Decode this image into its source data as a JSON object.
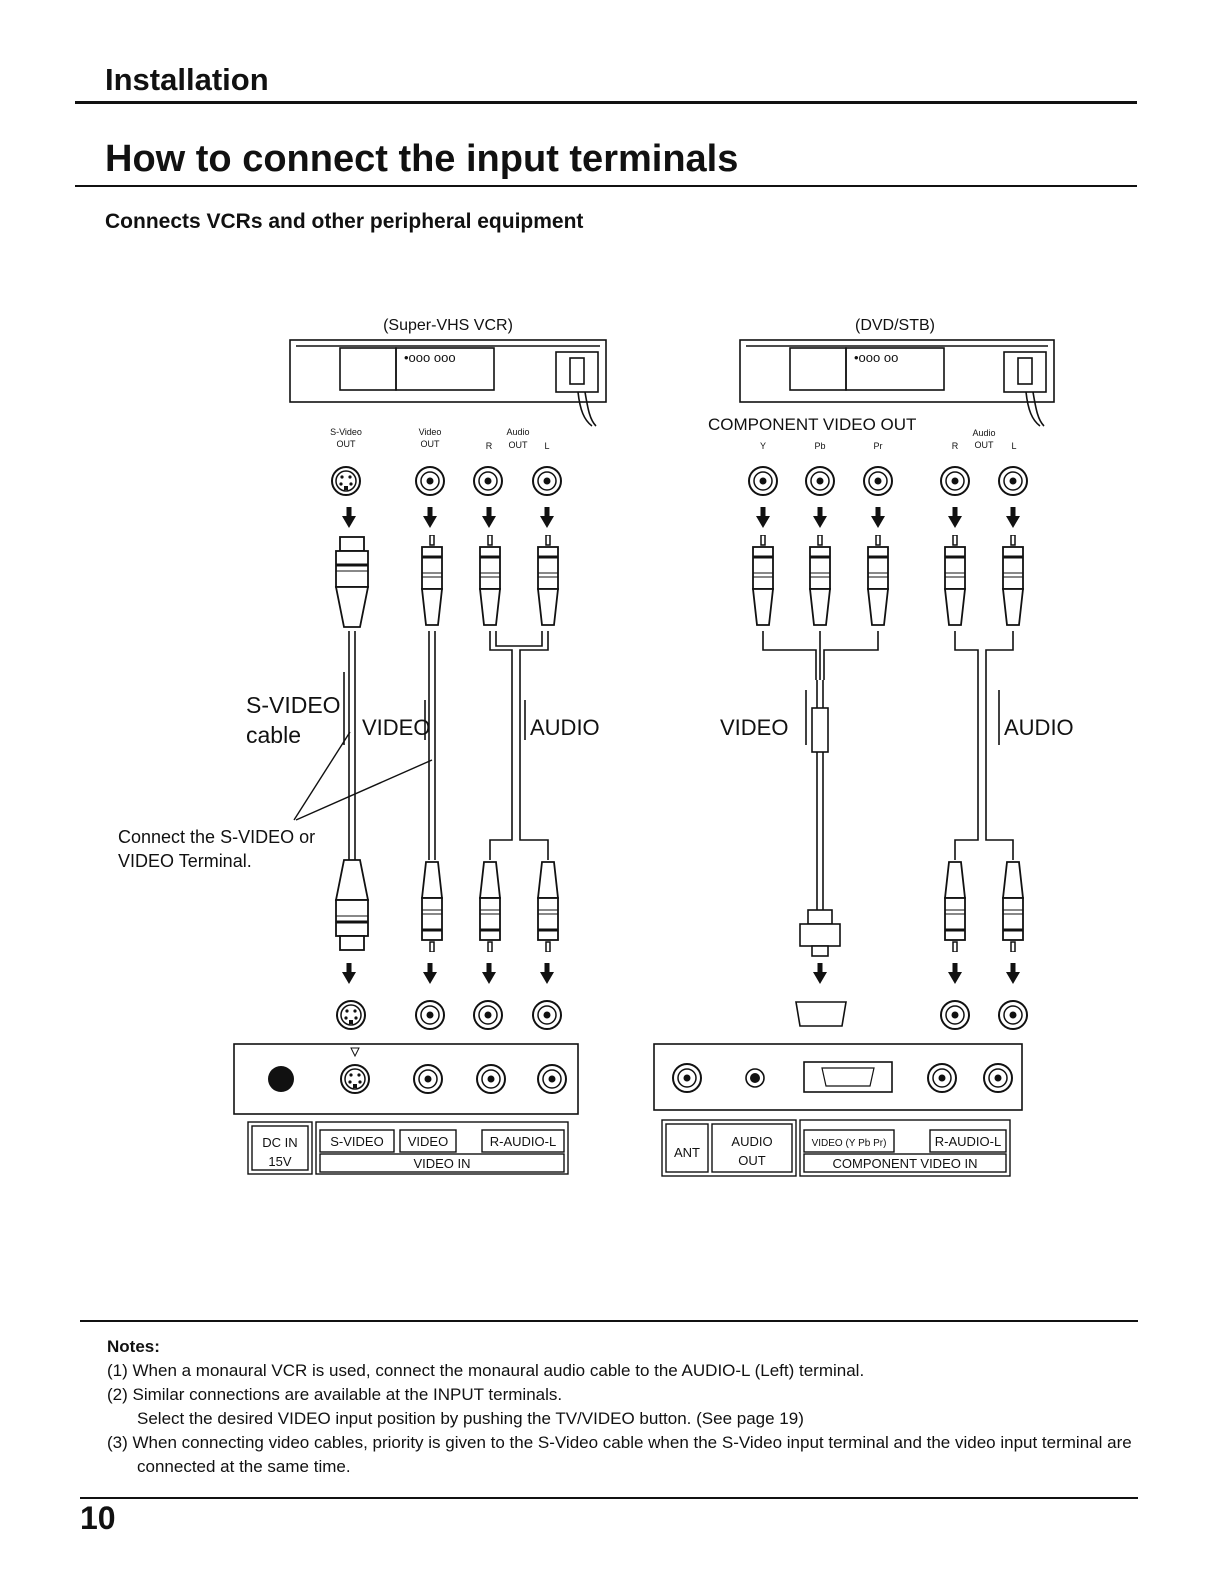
{
  "header": {
    "section": "Installation",
    "title": "How to connect the input terminals",
    "subtitle": "Connects VCRs and other peripheral equipment"
  },
  "diagram": {
    "left": {
      "device_label": "(Super-VHS VCR)",
      "out_labels": {
        "svideo_top": "S-Video",
        "svideo_bottom": "OUT",
        "video_top": "Video",
        "video_bottom": "OUT",
        "audio_top": "Audio",
        "audio_r": "R",
        "audio_out": "OUT",
        "audio_l": "L"
      },
      "svideo_cable_line1": "S-VIDEO",
      "svideo_cable_line2": "cable",
      "video_label": "VIDEO",
      "audio_label": "AUDIO",
      "callout_line1": "Connect the S-VIDEO or",
      "callout_line2": "VIDEO Terminal.",
      "panel_labels": {
        "dc_in": "DC IN",
        "dc_v": "15V",
        "svideo": "S-VIDEO",
        "video": "VIDEO",
        "audio": "R-AUDIO-L",
        "group": "VIDEO  IN"
      }
    },
    "right": {
      "device_label": "(DVD/STB)",
      "component_label": "COMPONENT VIDEO OUT",
      "out_labels": {
        "y": "Y",
        "pb": "Pb",
        "pr": "Pr",
        "audio_top": "Audio",
        "audio_r": "R",
        "audio_out": "OUT",
        "audio_l": "L"
      },
      "video_label": "VIDEO",
      "audio_label": "AUDIO",
      "panel_labels": {
        "ant": "ANT",
        "audio_out_1": "AUDIO",
        "audio_out_2": "OUT",
        "video": "VIDEO (Y Pb Pr)",
        "audio": "R-AUDIO-L",
        "group": "COMPONENT  VIDEO  IN"
      }
    }
  },
  "notes": {
    "heading": "Notes:",
    "n1": "(1) When a monaural VCR is used, connect the monaural audio cable to the AUDIO-L (Left) terminal.",
    "n2": "(2) Similar connections are available at the INPUT terminals.",
    "n2b": "Select the desired VIDEO input position by pushing the TV/VIDEO button. (See page 19)",
    "n3": "(3) When connecting video cables, priority is given to the S-Video cable when the S-Video input terminal and the video input terminal are connected at the same time."
  },
  "page_number": "10"
}
